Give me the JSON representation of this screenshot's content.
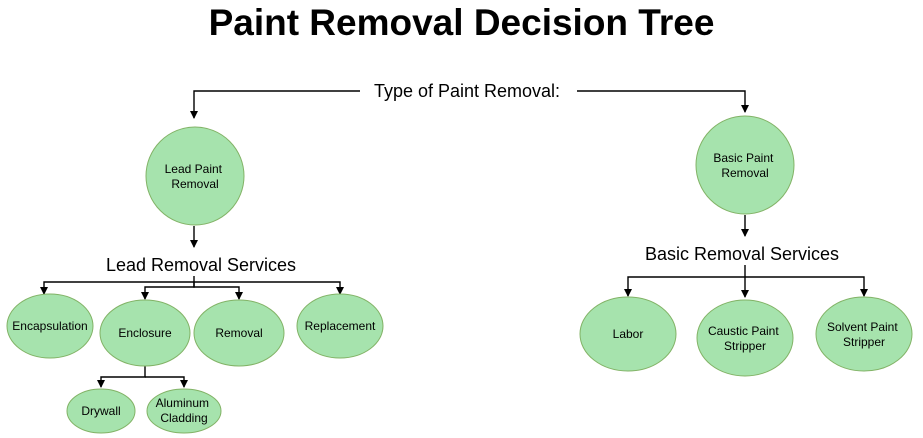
{
  "title": "Paint Removal Decision Tree",
  "root_label": "Type of Paint Removal:",
  "lead": {
    "node": [
      "Lead Paint",
      "Removal"
    ],
    "services_label": "Lead Removal Services",
    "services": {
      "encapsulation": [
        "Encapsulation"
      ],
      "enclosure": [
        "Enclosure"
      ],
      "removal": [
        "Removal"
      ],
      "replacement": [
        "Replacement"
      ]
    },
    "enclosure_children": {
      "drywall": [
        "Drywall"
      ],
      "aluminum": [
        "Aluminum",
        "Cladding"
      ]
    }
  },
  "basic": {
    "node": [
      "Basic Paint",
      "Removal"
    ],
    "services_label": "Basic Removal Services",
    "services": {
      "labor": [
        "Labor"
      ],
      "caustic": [
        "Caustic Paint",
        "Stripper"
      ],
      "solvent": [
        "Solvent Paint",
        "Stripper"
      ]
    }
  },
  "colors": {
    "node_fill": "#a6e3ad",
    "node_stroke": "#82b366",
    "edge": "#000000"
  }
}
